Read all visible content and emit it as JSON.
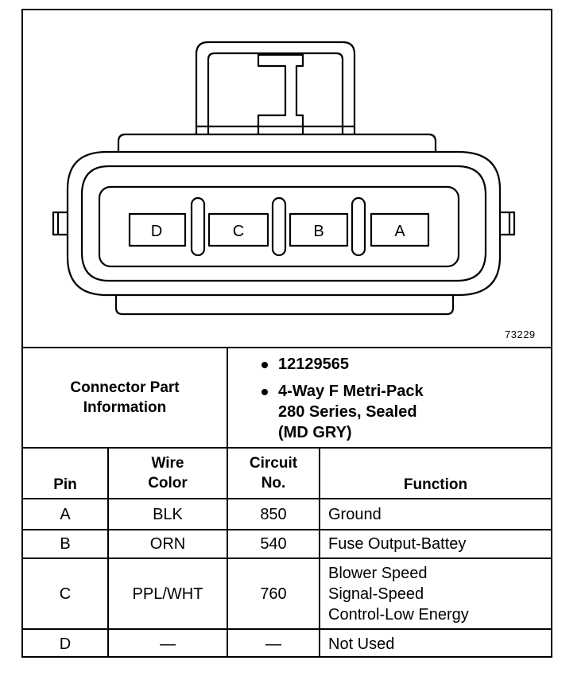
{
  "figure_number": "73229",
  "connector": {
    "cavity_labels": [
      "D",
      "C",
      "B",
      "A"
    ]
  },
  "info": {
    "label_line1": "Connector Part",
    "label_line2": "Information",
    "part_number": "12129565",
    "description_line1": "4-Way F Metri-Pack",
    "description_line2": "280 Series, Sealed",
    "description_line3": "(MD GRY)"
  },
  "table": {
    "headers": {
      "pin": "Pin",
      "wire_color_line1": "Wire",
      "wire_color_line2": "Color",
      "circuit_line1": "Circuit",
      "circuit_line2": "No.",
      "function": "Function"
    },
    "rows": [
      {
        "pin": "A",
        "wire_color": "BLK",
        "circuit": "850",
        "function": [
          "Ground"
        ]
      },
      {
        "pin": "B",
        "wire_color": "ORN",
        "circuit": "540",
        "function": [
          "Fuse Output-Battey"
        ]
      },
      {
        "pin": "C",
        "wire_color": "PPL/WHT",
        "circuit": "760",
        "function": [
          "Blower Speed",
          "Signal-Speed",
          "Control-Low Energy"
        ]
      },
      {
        "pin": "D",
        "wire_color": "—",
        "circuit": "—",
        "function": [
          "Not Used"
        ]
      }
    ]
  }
}
